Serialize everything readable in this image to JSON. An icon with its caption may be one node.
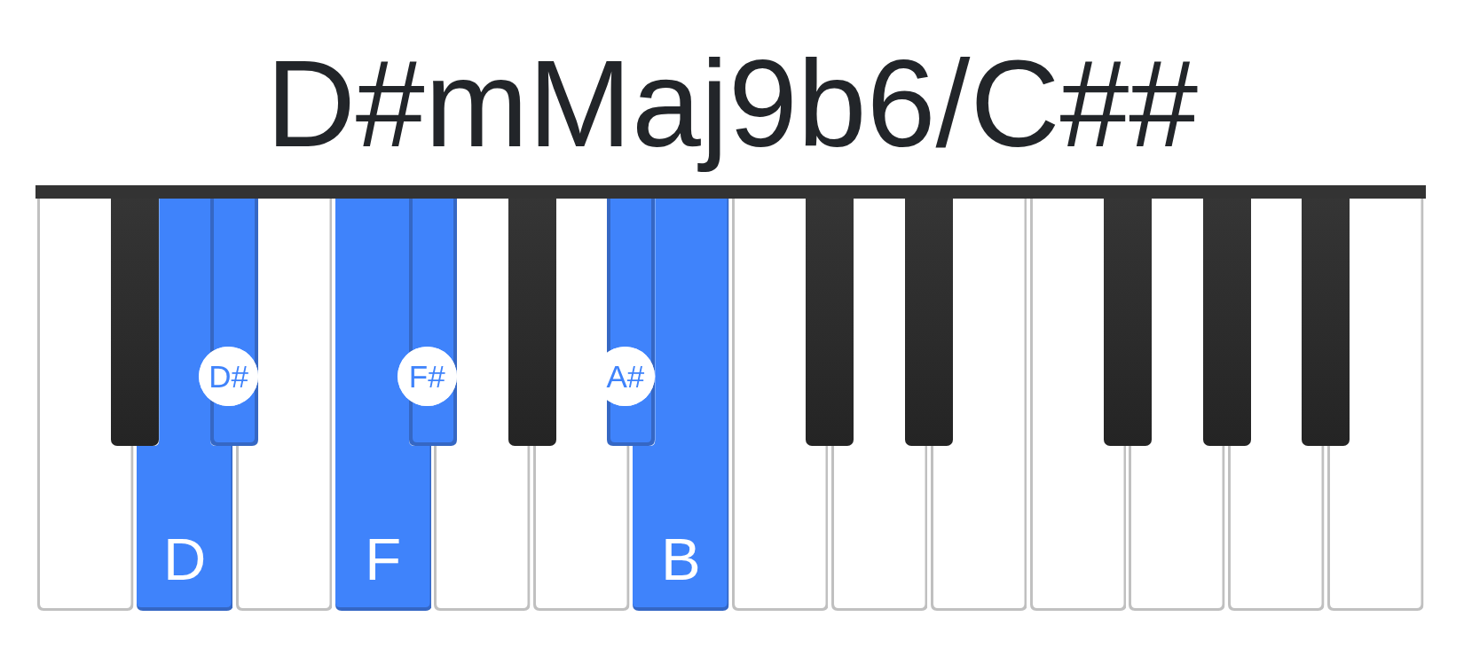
{
  "diagram": {
    "title": "D#mMaj9b6/C##",
    "nodes": [
      {
        "text": [],
        "shape": "bar"
      },
      {
        "text": [],
        "shape": "box"
      },
      {
        "text": [],
        "shape": "box"
      },
      {
        "text": [
          "D"
        ]
      },
      {
        "text": [
          "D#"
        ]
      },
      {
        "text": [],
        "shape": "box"
      },
      {
        "text": [
          "F"
        ]
      },
      {
        "text": [
          "F#"
        ]
      },
      {
        "text": [],
        "shape": "box"
      },
      {
        "text": [],
        "shape": "box"
      },
      {
        "text": [],
        "shape": "box"
      },
      {
        "text": [
          "A#"
        ]
      },
      {
        "text": [
          "B"
        ]
      },
      {
        "text": [],
        "shape": "box"
      },
      {
        "text": [],
        "shape": "box"
      },
      {
        "text": [],
        "shape": "box"
      },
      {
        "text": [],
        "shape": "box"
      },
      {
        "text": [],
        "shape": "box"
      },
      {
        "text": [],
        "shape": "box"
      },
      {
        "text": [],
        "shape": "box"
      },
      {
        "text": [],
        "shape": "box"
      },
      {
        "text": [],
        "shape": "box"
      },
      {
        "text": [],
        "shape": "box"
      },
      {
        "text": [],
        "shape": "box"
      },
      {
        "text": [],
        "shape": "box"
      }
    ]
  }
}
